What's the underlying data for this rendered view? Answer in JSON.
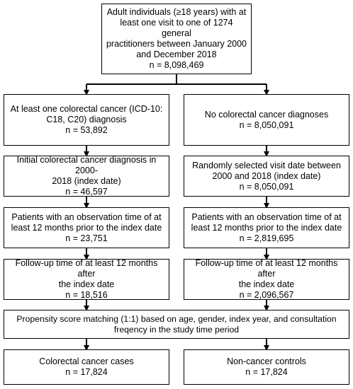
{
  "flowchart": {
    "top": {
      "lines": [
        "Adult individuals (≥18 years) with at",
        "least one visit to one of 1274 general",
        "practitioners between January 2000",
        "and December 2018"
      ],
      "n": "n = 8,098,469"
    },
    "left": [
      {
        "lines": [
          "At least one colorectal cancer (ICD-10:",
          "C18, C20) diagnosis"
        ],
        "n": "n = 53,892"
      },
      {
        "lines": [
          "Initial colorectal cancer diagnosis in 2000-",
          "2018 (index date)"
        ],
        "n": "n = 46,597"
      },
      {
        "lines": [
          "Patients with an observation  time of at",
          "least 12 months prior to the index date"
        ],
        "n": "n = 23,751"
      },
      {
        "lines": [
          "Follow-up time of at least 12 months after",
          "the index date"
        ],
        "n": "n = 18,516"
      }
    ],
    "right": [
      {
        "lines": [
          "No colorectal  cancer diagnoses"
        ],
        "n": "n = 8,050,091"
      },
      {
        "lines": [
          "Randomly selected visit date between",
          "2000 and 2018 (index date)"
        ],
        "n": "n = 8,050,091"
      },
      {
        "lines": [
          "Patients with an observation time of at",
          "least 12 months prior to the index date"
        ],
        "n": "n = 2,819,695"
      },
      {
        "lines": [
          "Follow-up time of at least 12 months after",
          "the index date"
        ],
        "n": "n = 2,096,567"
      }
    ],
    "matching": {
      "lines": [
        "Propensity score matching (1:1) based on age, gender, index year, and consultation",
        "freqency in the study time period"
      ]
    },
    "bottom_left": {
      "lines": [
        "Colorectal cancer cases"
      ],
      "n": "n = 17,824"
    },
    "bottom_right": {
      "lines": [
        "Non-cancer controls"
      ],
      "n": "n = 17,824"
    }
  }
}
